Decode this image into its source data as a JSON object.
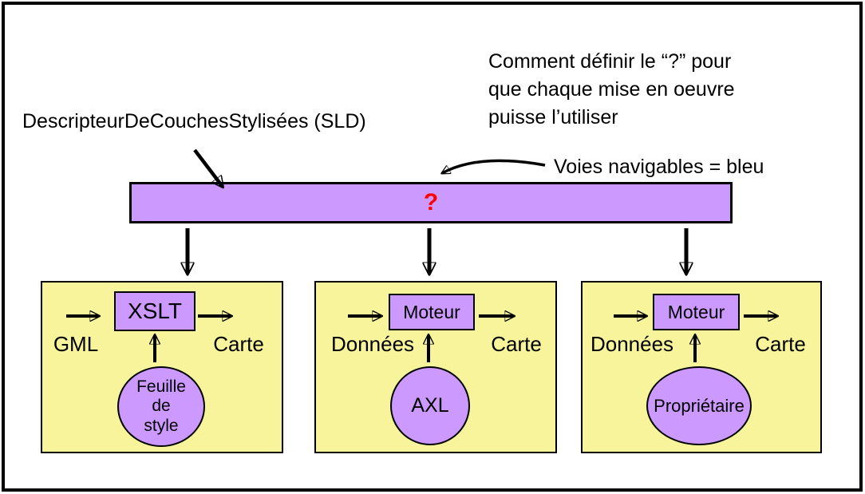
{
  "annotations": {
    "sld_label": "DescripteurDeCouchesStylisées (SLD)",
    "question_note": "Comment définir le “?” pour\nque chaque mise en oeuvre\npuisse l’utiliser",
    "legend_note": "Voies navigables = bleu"
  },
  "sld_bar": {
    "symbol": "?",
    "fill": "#CC99FF",
    "symbol_color": "#FF0000"
  },
  "pipelines": [
    {
      "input": "GML",
      "processor": "XSLT",
      "output": "Carte",
      "source": "Feuille\nde\nstyle",
      "source_shape": "circle"
    },
    {
      "input": "Données",
      "processor": "Moteur",
      "output": "Carte",
      "source": "AXL",
      "source_shape": "circle"
    },
    {
      "input": "Données",
      "processor": "Moteur",
      "output": "Carte",
      "source": "Propriétaire",
      "source_shape": "ellipse"
    }
  ],
  "colors": {
    "shape_purple": "#CC99FF",
    "box_yellow": "#F7F49C",
    "outline_black": "#000000",
    "question_red": "#FF0000"
  }
}
